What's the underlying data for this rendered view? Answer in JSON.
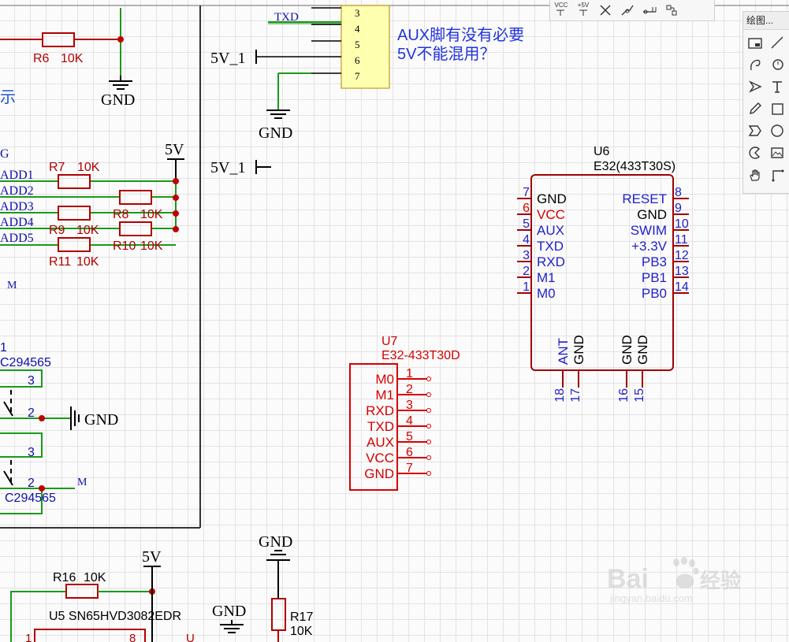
{
  "note": {
    "line1": "AUX脚有没有必要",
    "line2": "5V不能混用？"
  },
  "header_pins": [
    "3",
    "4",
    "5",
    "6",
    "7"
  ],
  "left_fragments": {
    "shi": "示",
    "g": "G",
    "m1": "M",
    "m2": "M",
    "s1": "1",
    "c1": "C294565",
    "c2": "C294565",
    "p3a": "3",
    "p2a": "2",
    "p3b": "3",
    "p2b": "2"
  },
  "nets": {
    "txd": "TXD",
    "gnd1": "GND",
    "gnd2": "GND",
    "gnd3": "GND",
    "gnd4": "GND",
    "gnd5": "GND",
    "v5_1": "5V_1",
    "v5_2": "5V_1",
    "v5a": "5V",
    "v5b": "5V",
    "add": [
      "ADD1",
      "ADD2",
      "ADD3",
      "ADD4",
      "ADD5"
    ]
  },
  "resistors": {
    "r6": "R6",
    "r6v": "10K",
    "r7": "R7",
    "r7v": "10K",
    "r8": "R8",
    "r8v": "10K",
    "r9": "R9",
    "r9v": "10K",
    "r10": "R10",
    "r10v": "10K",
    "r11": "R11",
    "r11v": "10K",
    "r16": "R16",
    "r16v": "10K",
    "r17": "R17",
    "r17v": "10K"
  },
  "u5": {
    "label": "U5 SN65HVD3082EDR",
    "p1": "1",
    "p8": "8",
    "u": "U"
  },
  "u6": {
    "ref": "U6",
    "part": "E32(433T30S)",
    "left": [
      {
        "num": "7",
        "name": "GND",
        "color": "#000"
      },
      {
        "num": "6",
        "name": "VCC",
        "color": "#d40000"
      },
      {
        "num": "5",
        "name": "AUX",
        "color": "#1f1fc8"
      },
      {
        "num": "4",
        "name": "TXD",
        "color": "#1f1fc8"
      },
      {
        "num": "3",
        "name": "RXD",
        "color": "#1f1fc8"
      },
      {
        "num": "2",
        "name": "M1",
        "color": "#1f1fc8"
      },
      {
        "num": "1",
        "name": "M0",
        "color": "#1f1fc8"
      }
    ],
    "right": [
      {
        "num": "8",
        "name": "RESET",
        "color": "#1f1fc8"
      },
      {
        "num": "9",
        "name": "GND",
        "color": "#000"
      },
      {
        "num": "10",
        "name": "SWIM",
        "color": "#1f1fc8"
      },
      {
        "num": "11",
        "name": "+3.3V",
        "color": "#1f1fc8"
      },
      {
        "num": "12",
        "name": "PB3",
        "color": "#1f1fc8"
      },
      {
        "num": "13",
        "name": "PB1",
        "color": "#1f1fc8"
      },
      {
        "num": "14",
        "name": "PB0",
        "color": "#1f1fc8"
      }
    ],
    "bottom": [
      {
        "num": "18",
        "name": "ANT",
        "color": "#1f1fc8"
      },
      {
        "num": "17",
        "name": "GND",
        "color": "#000"
      },
      {
        "num": "16",
        "name": "GND",
        "color": "#000"
      },
      {
        "num": "15",
        "name": "GND",
        "color": "#000"
      }
    ]
  },
  "u7": {
    "ref": "U7",
    "part": "E32-433T30D",
    "pins": [
      {
        "num": "1",
        "name": "M0"
      },
      {
        "num": "2",
        "name": "M1"
      },
      {
        "num": "3",
        "name": "RXD"
      },
      {
        "num": "4",
        "name": "TXD"
      },
      {
        "num": "5",
        "name": "AUX"
      },
      {
        "num": "6",
        "name": "VCC"
      },
      {
        "num": "7",
        "name": "GND"
      }
    ]
  },
  "toolbar": {
    "vcc": "VCC",
    "p5v": "+5V"
  },
  "draw_panel": {
    "title": "绘图..."
  },
  "watermark": {
    "brand": "Bai",
    "brand2": "经验",
    "url": "jingyan.baidu.com"
  },
  "colors": {
    "wire": "#1a9a1a",
    "component": "#b00000",
    "net_text": "#1010aa",
    "pin_red": "#d40000",
    "fill_yellow": "#ffffb0"
  }
}
